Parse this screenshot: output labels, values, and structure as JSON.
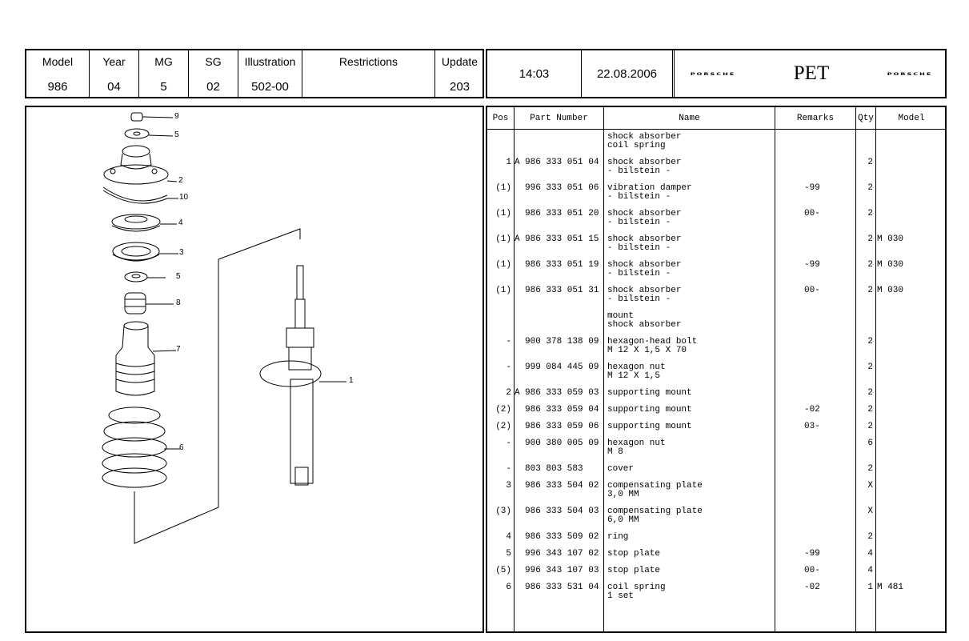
{
  "header": {
    "fields": [
      {
        "label": "Model",
        "value": "986"
      },
      {
        "label": "Year",
        "value": "04"
      },
      {
        "label": "MG",
        "value": "5"
      },
      {
        "label": "SG",
        "value": "02"
      },
      {
        "label": "Illustration",
        "value": "502-00"
      },
      {
        "label": "Restrictions",
        "value": ""
      },
      {
        "label": "Update",
        "value": "203"
      }
    ],
    "time": "14:03",
    "date": "22.08.2006",
    "brand_left": "PORSCHE",
    "app_title": "PET",
    "brand_right": "PORSCHE"
  },
  "illustration": {
    "callouts": [
      "9",
      "5",
      "2",
      "10",
      "4",
      "3",
      "5",
      "8",
      "7",
      "6",
      "1"
    ]
  },
  "table": {
    "columns": [
      "Pos",
      "Part Number",
      "Name",
      "Remarks",
      "Qty",
      "Model"
    ],
    "rows": [
      {
        "pos": "",
        "flag": "",
        "part": "",
        "name": "shock absorber",
        "name2": "coil spring",
        "remarks": "",
        "qty": "",
        "model": ""
      },
      {
        "pos": "1",
        "flag": "A",
        "part": "986 333 051 04",
        "name": "shock absorber",
        "name2": "- bilstein -",
        "remarks": "",
        "qty": "2",
        "model": ""
      },
      {
        "pos": "(1)",
        "flag": "",
        "part": "996 333 051 06",
        "name": "vibration damper",
        "name2": "- bilstein -",
        "remarks": "-99",
        "qty": "2",
        "model": ""
      },
      {
        "pos": "(1)",
        "flag": "",
        "part": "986 333 051 20",
        "name": "shock absorber",
        "name2": "- bilstein -",
        "remarks": "00-",
        "qty": "2",
        "model": ""
      },
      {
        "pos": "(1)",
        "flag": "A",
        "part": "986 333 051 15",
        "name": "shock absorber",
        "name2": "- bilstein -",
        "remarks": "",
        "qty": "2",
        "model": "M 030"
      },
      {
        "pos": "(1)",
        "flag": "",
        "part": "986 333 051 19",
        "name": "shock absorber",
        "name2": "- bilstein -",
        "remarks": "-99",
        "qty": "2",
        "model": "M 030"
      },
      {
        "pos": "(1)",
        "flag": "",
        "part": "986 333 051 31",
        "name": "shock absorber",
        "name2": "- bilstein -",
        "remarks": "00-",
        "qty": "2",
        "model": "M 030"
      },
      {
        "pos": "",
        "flag": "",
        "part": "",
        "name": "mount",
        "name2": "shock absorber",
        "remarks": "",
        "qty": "",
        "model": ""
      },
      {
        "pos": "-",
        "flag": "",
        "part": "900 378 138 09",
        "name": "hexagon-head bolt",
        "name2": "M 12 X 1,5 X 70",
        "remarks": "",
        "qty": "2",
        "model": ""
      },
      {
        "pos": "-",
        "flag": "",
        "part": "999 084 445 09",
        "name": "hexagon nut",
        "name2": "M 12 X 1,5",
        "remarks": "",
        "qty": "2",
        "model": ""
      },
      {
        "pos": "2",
        "flag": "A",
        "part": "986 333 059 03",
        "name": "supporting mount",
        "name2": "",
        "remarks": "",
        "qty": "2",
        "model": ""
      },
      {
        "pos": "(2)",
        "flag": "",
        "part": "986 333 059 04",
        "name": "supporting mount",
        "name2": "",
        "remarks": "-02",
        "qty": "2",
        "model": ""
      },
      {
        "pos": "(2)",
        "flag": "",
        "part": "986 333 059 06",
        "name": "supporting mount",
        "name2": "",
        "remarks": "03-",
        "qty": "2",
        "model": ""
      },
      {
        "pos": "-",
        "flag": "",
        "part": "900 380 005 09",
        "name": "hexagon nut",
        "name2": "M 8",
        "remarks": "",
        "qty": "6",
        "model": ""
      },
      {
        "pos": "-",
        "flag": "",
        "part": "803 803 583",
        "name": "cover",
        "name2": "",
        "remarks": "",
        "qty": "2",
        "model": ""
      },
      {
        "pos": "3",
        "flag": "",
        "part": "986 333 504 02",
        "name": "compensating plate",
        "name2": "3,0 MM",
        "remarks": "",
        "qty": "X",
        "model": ""
      },
      {
        "pos": "(3)",
        "flag": "",
        "part": "986 333 504 03",
        "name": "compensating plate",
        "name2": "6,0 MM",
        "remarks": "",
        "qty": "X",
        "model": ""
      },
      {
        "pos": "4",
        "flag": "",
        "part": "986 333 509 02",
        "name": "ring",
        "name2": "",
        "remarks": "",
        "qty": "2",
        "model": ""
      },
      {
        "pos": "5",
        "flag": "",
        "part": "996 343 107 02",
        "name": "stop plate",
        "name2": "",
        "remarks": "-99",
        "qty": "4",
        "model": ""
      },
      {
        "pos": "(5)",
        "flag": "",
        "part": "996 343 107 03",
        "name": "stop plate",
        "name2": "",
        "remarks": "00-",
        "qty": "4",
        "model": ""
      },
      {
        "pos": "6",
        "flag": "",
        "part": "986 333 531 04",
        "name": "coil spring",
        "name2": "1 set",
        "remarks": "-02",
        "qty": "1",
        "model": "M 481"
      }
    ]
  }
}
